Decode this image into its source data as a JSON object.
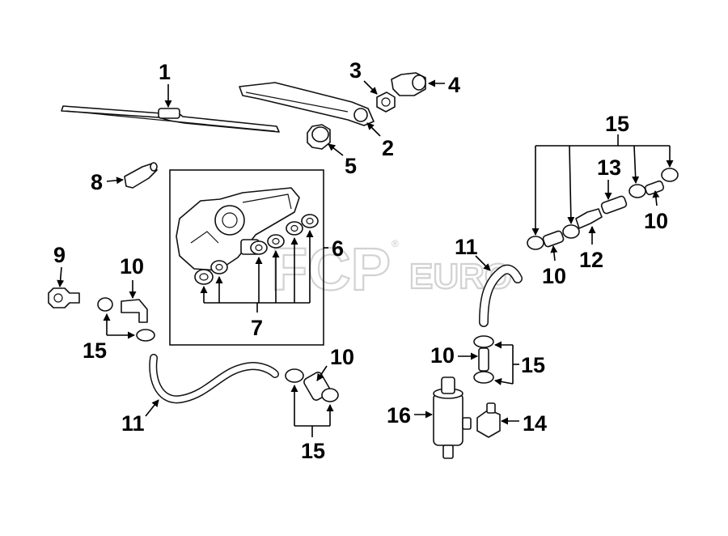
{
  "watermark": {
    "brand": "FCP",
    "suffix": "EURO",
    "registered": "®"
  },
  "callouts": {
    "c1": "1",
    "c2": "2",
    "c3": "3",
    "c4": "4",
    "c5": "5",
    "c6": "6",
    "c7": "7",
    "c8": "8",
    "c9": "9",
    "c10a": "10",
    "c10b": "10",
    "c10c": "10",
    "c10d": "10",
    "c10e": "10",
    "c11a": "11",
    "c11b": "11",
    "c12": "12",
    "c13": "13",
    "c14": "14",
    "c15a": "15",
    "c15b": "15",
    "c15c": "15",
    "c15d": "15",
    "c16": "16"
  },
  "colors": {
    "line": "#111111",
    "background": "#ffffff",
    "watermark": "#d2d2d2"
  }
}
